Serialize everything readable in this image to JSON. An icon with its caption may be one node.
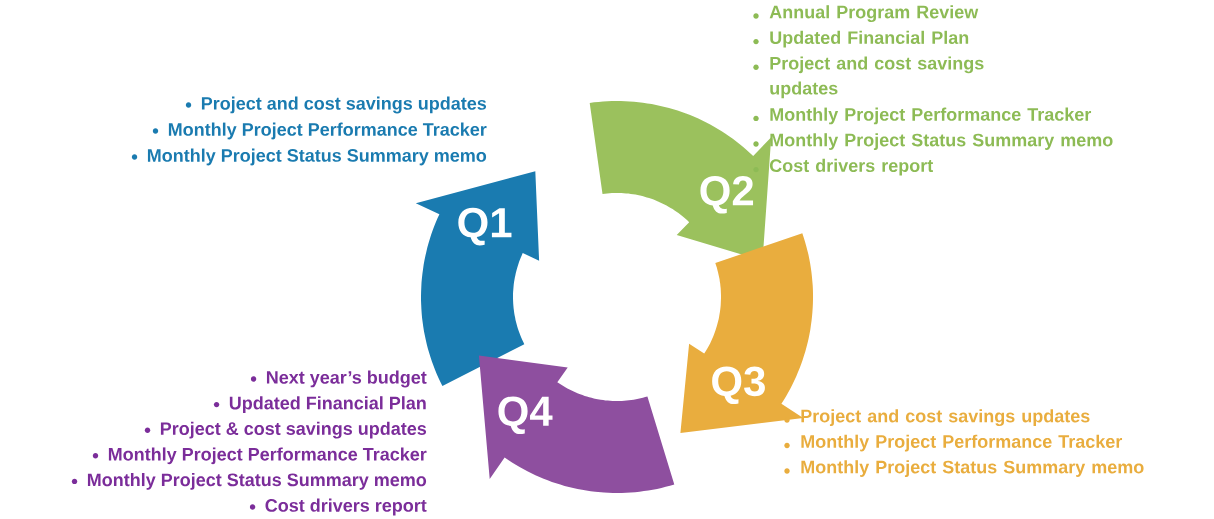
{
  "diagram": {
    "nodes": [
      {
        "text": [
          "Q1"
        ],
        "beside": [
          "Project and cost savings updates",
          "Monthly Project Performance Tracker",
          "Monthly Project Status Summary memo"
        ]
      },
      {
        "text": [
          "Q2"
        ],
        "beside": [
          "Annual Program Review",
          "Updated Financial Plan",
          "Project and cost savings updates",
          "Monthly Project Performance Tracker",
          "Monthly Project Status Summary memo",
          "Cost drivers report"
        ]
      },
      {
        "text": [
          "Q3"
        ],
        "beside": [
          "Project and cost savings updates",
          "Monthly Project Performance Tracker",
          "Monthly Project Status Summary memo"
        ]
      },
      {
        "text": [
          "Q4"
        ],
        "beside": [
          "Next year’s budget",
          "Updated Financial Plan",
          "Project & cost savings updates",
          "Monthly Project Performance Tracker",
          "Monthly Project Status Summary memo",
          "Cost drivers report"
        ]
      }
    ]
  }
}
